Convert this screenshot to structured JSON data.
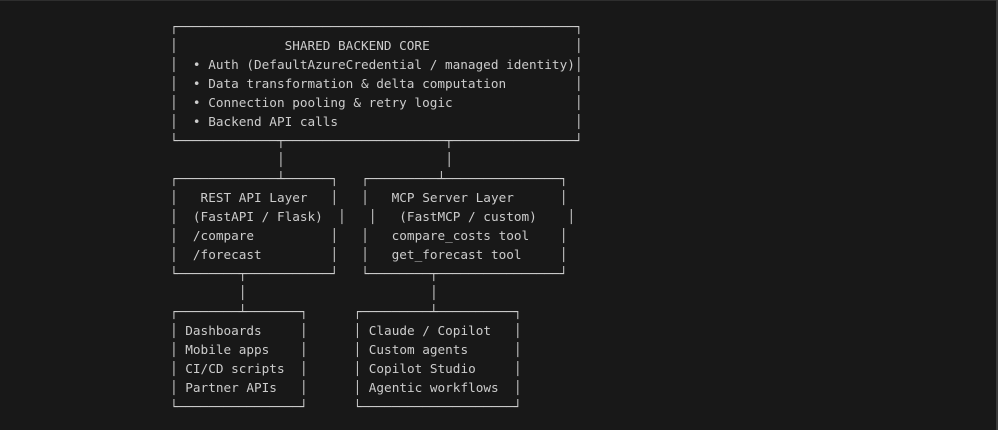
{
  "colors": {
    "background": "#181818",
    "text": "#cccccc",
    "window_top_edge": "#2e2e2e",
    "window_right_edge": "#3a3a3a"
  },
  "diagram": {
    "shared_core": {
      "title": "SHARED BACKEND CORE",
      "items": [
        "Auth (DefaultAzureCredential / managed identity)",
        "Data transformation & delta computation",
        "Connection pooling & retry logic",
        "Backend API calls"
      ],
      "art": "┌────────────────────────────────────────────────────┐\n│              SHARED BACKEND CORE                   │\n│  • Auth (DefaultAzureCredential / managed identity)│\n│  • Data transformation & delta computation         │\n│  • Connection pooling & retry logic                │\n│  • Backend API calls                               │\n└─────────────┬─────────────────────┬────────────────┘"
    },
    "rest_api": {
      "title": "REST API Layer",
      "items": [
        "(FastAPI / Flask)",
        "/compare",
        "/forecast"
      ],
      "art": "┌─────────────┴──────┐\n│   REST API Layer   │\n│  (FastAPI / Flask)  │\n│  /compare          │\n│  /forecast         │\n└────────┬───────────┘"
    },
    "mcp_server": {
      "title": "MCP Server Layer",
      "items": [
        "(FastMCP / custom)",
        "compare_costs tool",
        "get_forecast tool"
      ],
      "art": "┌─────────┴───────────────┐\n│   MCP Server Layer      │\n │   (FastMCP / custom)    │\n│   compare_costs tool    │\n│   get_forecast tool     │\n└────────┬────────────────┘"
    },
    "rest_consumers": {
      "items": [
        "Dashboards",
        "Mobile apps",
        "CI/CD scripts",
        "Partner APIs"
      ],
      "art": "┌────────┴───────┐\n│ Dashboards     │\n│ Mobile apps    │\n│ CI/CD scripts  │\n│ Partner APIs   │\n└────────────────┘"
    },
    "mcp_consumers": {
      "items": [
        "Claude / Copilot",
        "Custom agents",
        "Copilot Studio",
        "Agentic workflows"
      ],
      "art": "┌─────────┴──────────┐\n│ Claude / Copilot   │\n│ Custom agents      │\n│ Copilot Studio     │\n│ Agentic workflows  │\n└────────────────────┘"
    },
    "connectors": {
      "vertical": "│"
    }
  }
}
